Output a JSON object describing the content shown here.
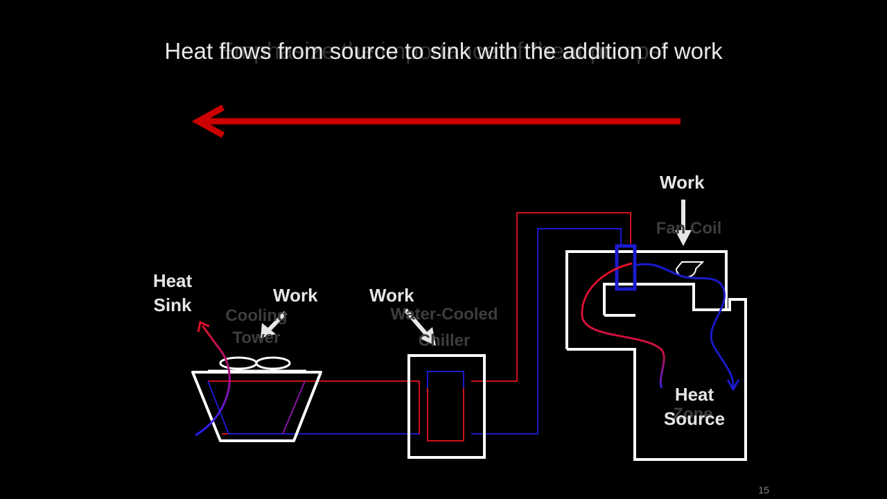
{
  "slide": {
    "title": "Heat flows from source to sink with the addition of work",
    "ghost_title": "Emphasize the importance of “heat pumps”",
    "page_number": "15"
  },
  "labels": {
    "heat_sink": "Heat\nSink",
    "heat_source": "Heat\nSource",
    "work_tower": "Work",
    "work_chiller": "Work",
    "work_fancoil": "Work"
  },
  "ghost_labels": {
    "cooling_tower": "Cooling\nTower",
    "chiller": "Water-Cooled\nChiller",
    "fan_coil": "Fan Coil",
    "zone": "Zone"
  },
  "colors": {
    "background": "#000000",
    "arrow_red": "#cc0000",
    "supply_red": "#d0101e",
    "return_blue": "#1a1acc",
    "equipment": "#ffffff"
  }
}
